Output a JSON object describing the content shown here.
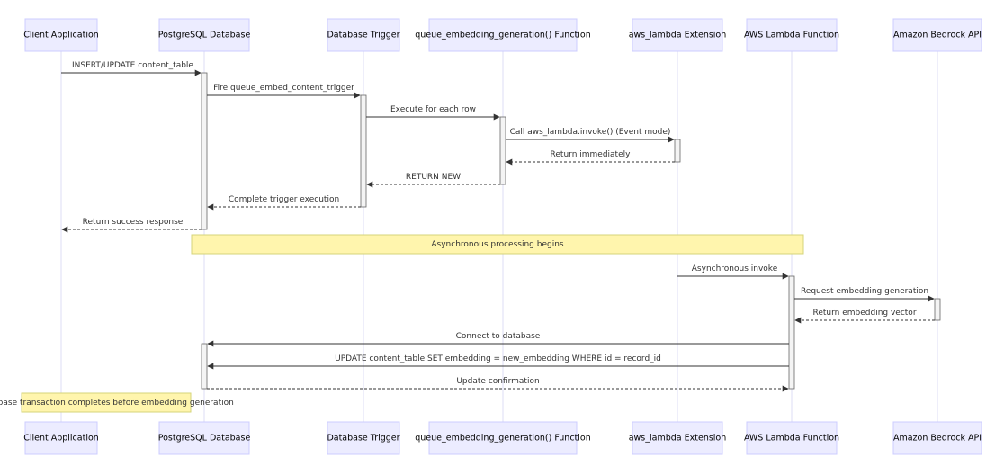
{
  "participants": [
    {
      "id": "client",
      "label": "Client Application"
    },
    {
      "id": "pg",
      "label": "PostgreSQL Database"
    },
    {
      "id": "trigger",
      "label": "Database Trigger"
    },
    {
      "id": "func",
      "label": "queue_embedding_generation() Function"
    },
    {
      "id": "ext",
      "label": "aws_lambda Extension"
    },
    {
      "id": "lambda",
      "label": "AWS Lambda Function"
    },
    {
      "id": "bedrock",
      "label": "Amazon Bedrock API"
    }
  ],
  "messages": [
    {
      "from": "client",
      "to": "pg",
      "text": "INSERT/UPDATE content_table",
      "style": "solid"
    },
    {
      "from": "pg",
      "to": "trigger",
      "text": "Fire queue_embed_content_trigger",
      "style": "solid"
    },
    {
      "from": "trigger",
      "to": "func",
      "text": "Execute for each row",
      "style": "solid"
    },
    {
      "from": "func",
      "to": "ext",
      "text": "Call aws_lambda.invoke() (Event mode)",
      "style": "solid"
    },
    {
      "from": "ext",
      "to": "func",
      "text": "Return immediately",
      "style": "dashed"
    },
    {
      "from": "func",
      "to": "trigger",
      "text": "RETURN NEW",
      "style": "dashed"
    },
    {
      "from": "trigger",
      "to": "pg",
      "text": "Complete trigger execution",
      "style": "dashed"
    },
    {
      "from": "pg",
      "to": "client",
      "text": "Return success response",
      "style": "dashed"
    },
    {
      "from": "ext",
      "to": "lambda",
      "text": "Asynchronous invoke",
      "style": "solid"
    },
    {
      "from": "lambda",
      "to": "bedrock",
      "text": "Request embedding generation",
      "style": "solid"
    },
    {
      "from": "bedrock",
      "to": "lambda",
      "text": "Return embedding vector",
      "style": "dashed"
    },
    {
      "from": "lambda",
      "to": "pg",
      "text": "Connect to database",
      "style": "solid"
    },
    {
      "from": "lambda",
      "to": "pg",
      "text": "UPDATE content_table SET embedding = new_embedding WHERE id = record_id",
      "style": "solid"
    },
    {
      "from": "pg",
      "to": "lambda",
      "text": "Update confirmation",
      "style": "dashed"
    }
  ],
  "notes": [
    {
      "text": "Asynchronous processing begins"
    },
    {
      "text": "Database transaction completes before embedding generation"
    }
  ],
  "colors": {
    "actor_fill": "#ECECFF",
    "actor_stroke": "#CCCCFF",
    "note_fill": "#FFF5AD",
    "line": "#333333"
  }
}
